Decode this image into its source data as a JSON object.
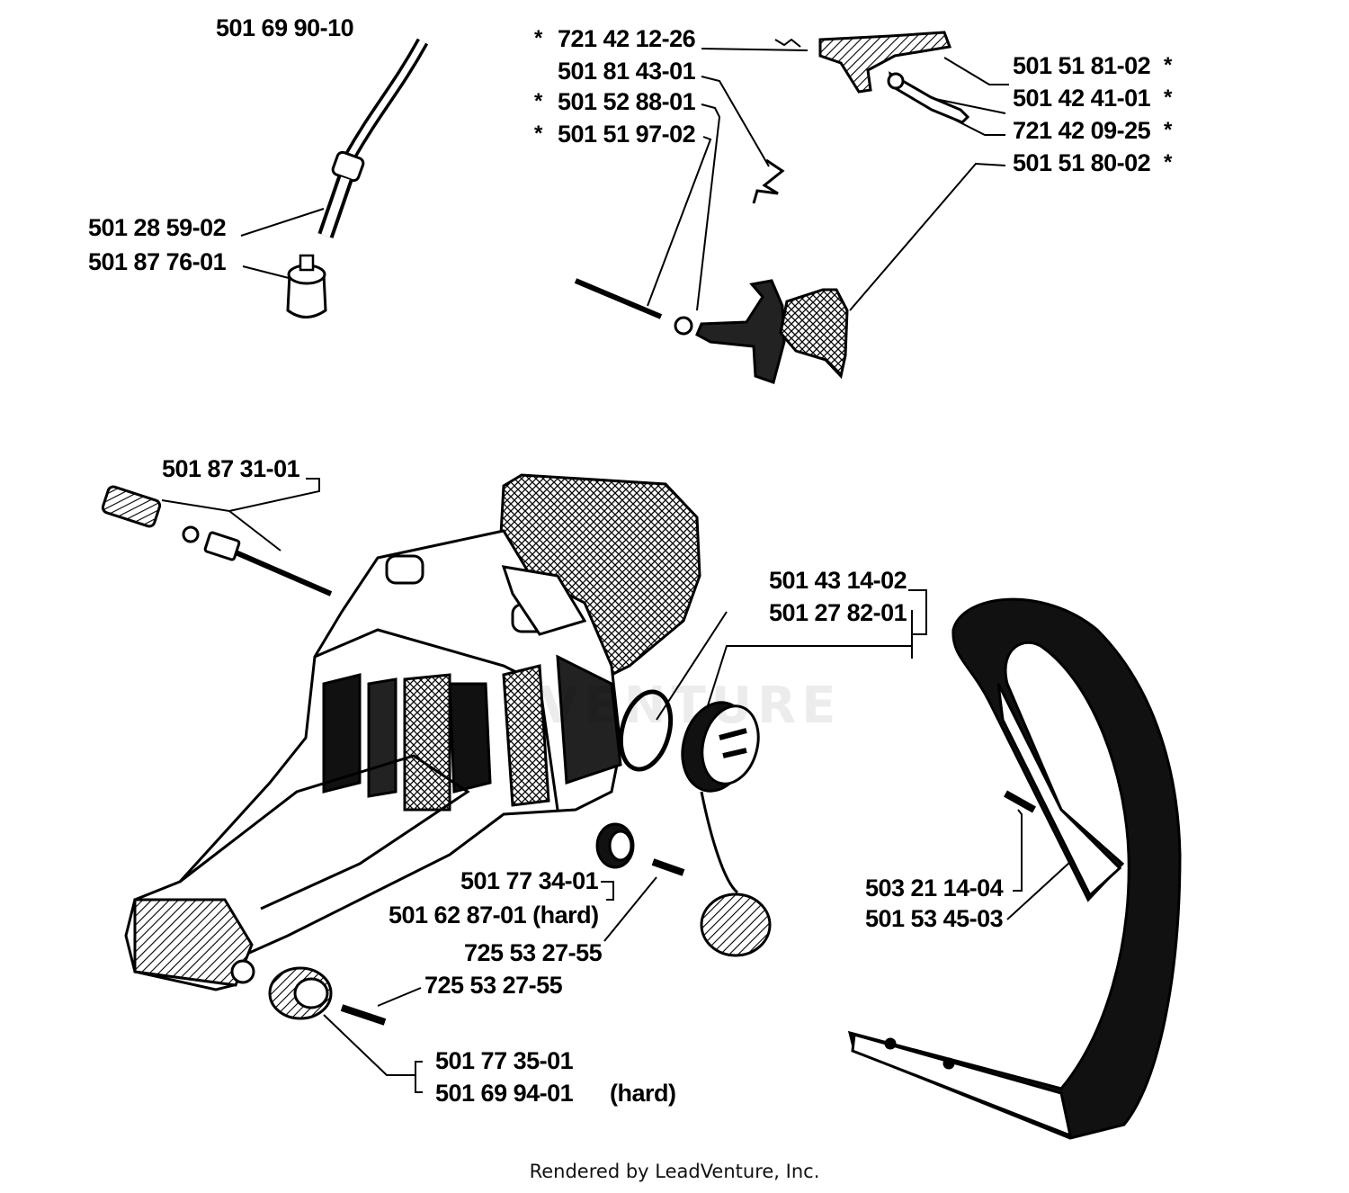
{
  "parts": [
    {
      "key": "p1",
      "number": "501 69 90-10"
    },
    {
      "key": "p2",
      "number": "501 28 59-02"
    },
    {
      "key": "p3",
      "number": "501 87 76-01"
    },
    {
      "key": "p4",
      "number": "721 42 12-26",
      "starred": true
    },
    {
      "key": "p5",
      "number": "501 81 43-01"
    },
    {
      "key": "p6",
      "number": "501 52 88-01",
      "starred": true
    },
    {
      "key": "p7",
      "number": "501 51 97-02",
      "starred": true
    },
    {
      "key": "p8",
      "number": "501 51 81-02",
      "starred": true
    },
    {
      "key": "p9",
      "number": "501 42 41-01",
      "starred": true
    },
    {
      "key": "p10",
      "number": "721 42 09-25",
      "starred": true
    },
    {
      "key": "p11",
      "number": "501 51 80-02",
      "starred": true
    },
    {
      "key": "p12",
      "number": "501 87 31-01"
    },
    {
      "key": "p13",
      "number": "501 43 14-02"
    },
    {
      "key": "p14",
      "number": "501 27 82-01"
    },
    {
      "key": "p15",
      "number": "501 77 34-01"
    },
    {
      "key": "p16",
      "number": "501 62 87-01 (hard)"
    },
    {
      "key": "p17",
      "number": "725 53 27-55"
    },
    {
      "key": "p18",
      "number": "725 53 27-55"
    },
    {
      "key": "p19",
      "number": "503 21 14-04"
    },
    {
      "key": "p20",
      "number": "501 53 45-03"
    },
    {
      "key": "p21",
      "number": "501 77 35-01"
    },
    {
      "key": "p22",
      "number": "501 69 94-01"
    },
    {
      "key": "p23",
      "number": "(hard)"
    }
  ],
  "star_symbol": "*",
  "watermark": "VENTURE",
  "footer": "Rendered by LeadVenture, Inc."
}
